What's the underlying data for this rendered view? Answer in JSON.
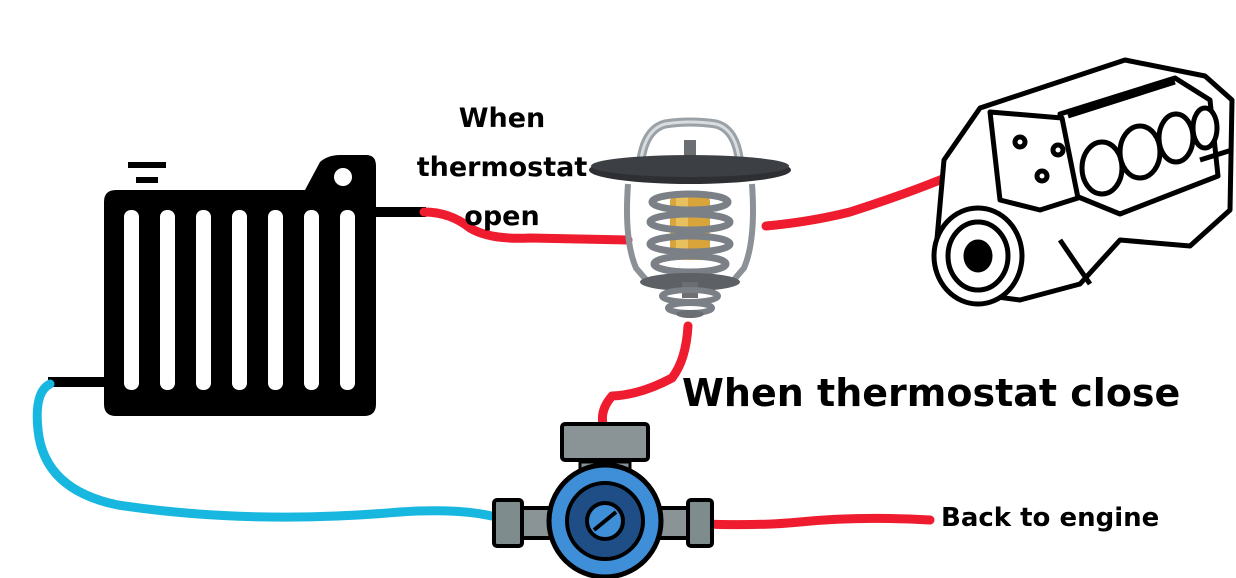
{
  "labels": {
    "thermostat_open": [
      "When",
      "thermostat",
      "open"
    ],
    "thermostat_close": "When thermostat close",
    "back_to_engine": "Back to engine"
  },
  "colors": {
    "hot_hose": "#ee1c2e",
    "cool_hose": "#18b7e0",
    "pump_body": "#3e8ed8",
    "pump_metal": "#7f8c8d",
    "radiator": "#000000",
    "thermostat_brass": "#d9a53a"
  },
  "components": [
    "radiator",
    "thermostat",
    "engine-block",
    "water-pump"
  ]
}
